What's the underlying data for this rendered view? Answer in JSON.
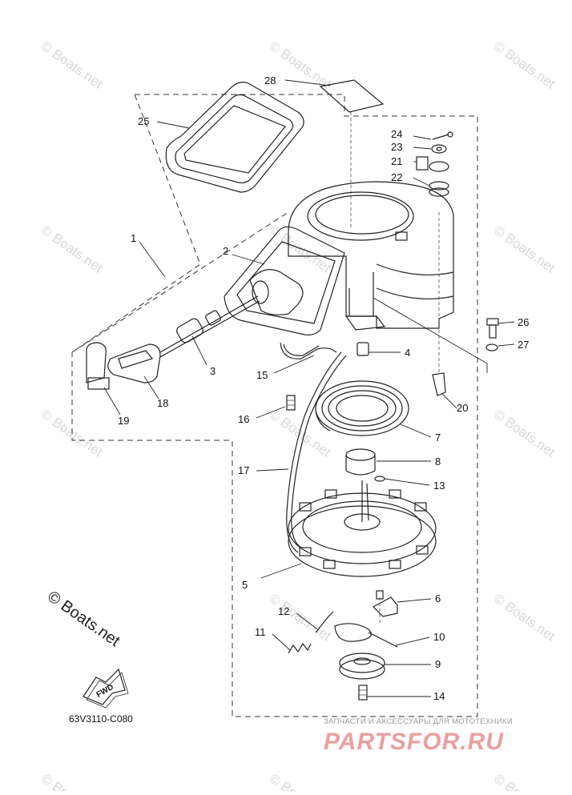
{
  "watermark_text": "© Boats.net",
  "copyright_label": "© Boats.net",
  "reference_code": "63V3110-C080",
  "fwd_label": "FWD",
  "shop_tagline": "ЗАПЧАСТИ И АКСЕССУАРЫ ДЛЯ МОТОТЕХНИКИ",
  "shop_brand": "PARTSFOR.RU",
  "callouts": [
    {
      "id": "1",
      "label": "1"
    },
    {
      "id": "2",
      "label": "2"
    },
    {
      "id": "3",
      "label": "3"
    },
    {
      "id": "4",
      "label": "4"
    },
    {
      "id": "5",
      "label": "5"
    },
    {
      "id": "6",
      "label": "6"
    },
    {
      "id": "7",
      "label": "7"
    },
    {
      "id": "8",
      "label": "8"
    },
    {
      "id": "9",
      "label": "9"
    },
    {
      "id": "10",
      "label": "10"
    },
    {
      "id": "11",
      "label": "11"
    },
    {
      "id": "12",
      "label": "12"
    },
    {
      "id": "13",
      "label": "13"
    },
    {
      "id": "14",
      "label": "14"
    },
    {
      "id": "15",
      "label": "15"
    },
    {
      "id": "16",
      "label": "16"
    },
    {
      "id": "17",
      "label": "17"
    },
    {
      "id": "18",
      "label": "18"
    },
    {
      "id": "19",
      "label": "19"
    },
    {
      "id": "20",
      "label": "20"
    },
    {
      "id": "21",
      "label": "21"
    },
    {
      "id": "22",
      "label": "22"
    },
    {
      "id": "23",
      "label": "23"
    },
    {
      "id": "24",
      "label": "24"
    },
    {
      "id": "25",
      "label": "25"
    },
    {
      "id": "26",
      "label": "26"
    },
    {
      "id": "27",
      "label": "27"
    },
    {
      "id": "28",
      "label": "28"
    }
  ]
}
